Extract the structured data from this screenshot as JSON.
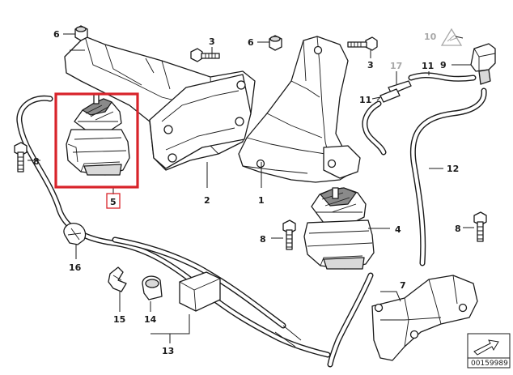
{
  "callouts": {
    "c1": "1",
    "c2": "2",
    "c3a": "3",
    "c3b": "3",
    "c4": "4",
    "c5": "5",
    "c6a": "6",
    "c6b": "6",
    "c7": "7",
    "c8a": "8",
    "c8b": "8",
    "c8c": "8",
    "c9": "9",
    "c10": "10",
    "c11a": "11",
    "c11b": "11",
    "c12": "12",
    "c13": "13",
    "c14": "14",
    "c15": "15",
    "c16": "16",
    "c17": "17"
  },
  "document_number": "00159989",
  "colors": {
    "highlight": "#d8232a",
    "line": "#1a1a1a",
    "muted": "#a8a8a8"
  }
}
